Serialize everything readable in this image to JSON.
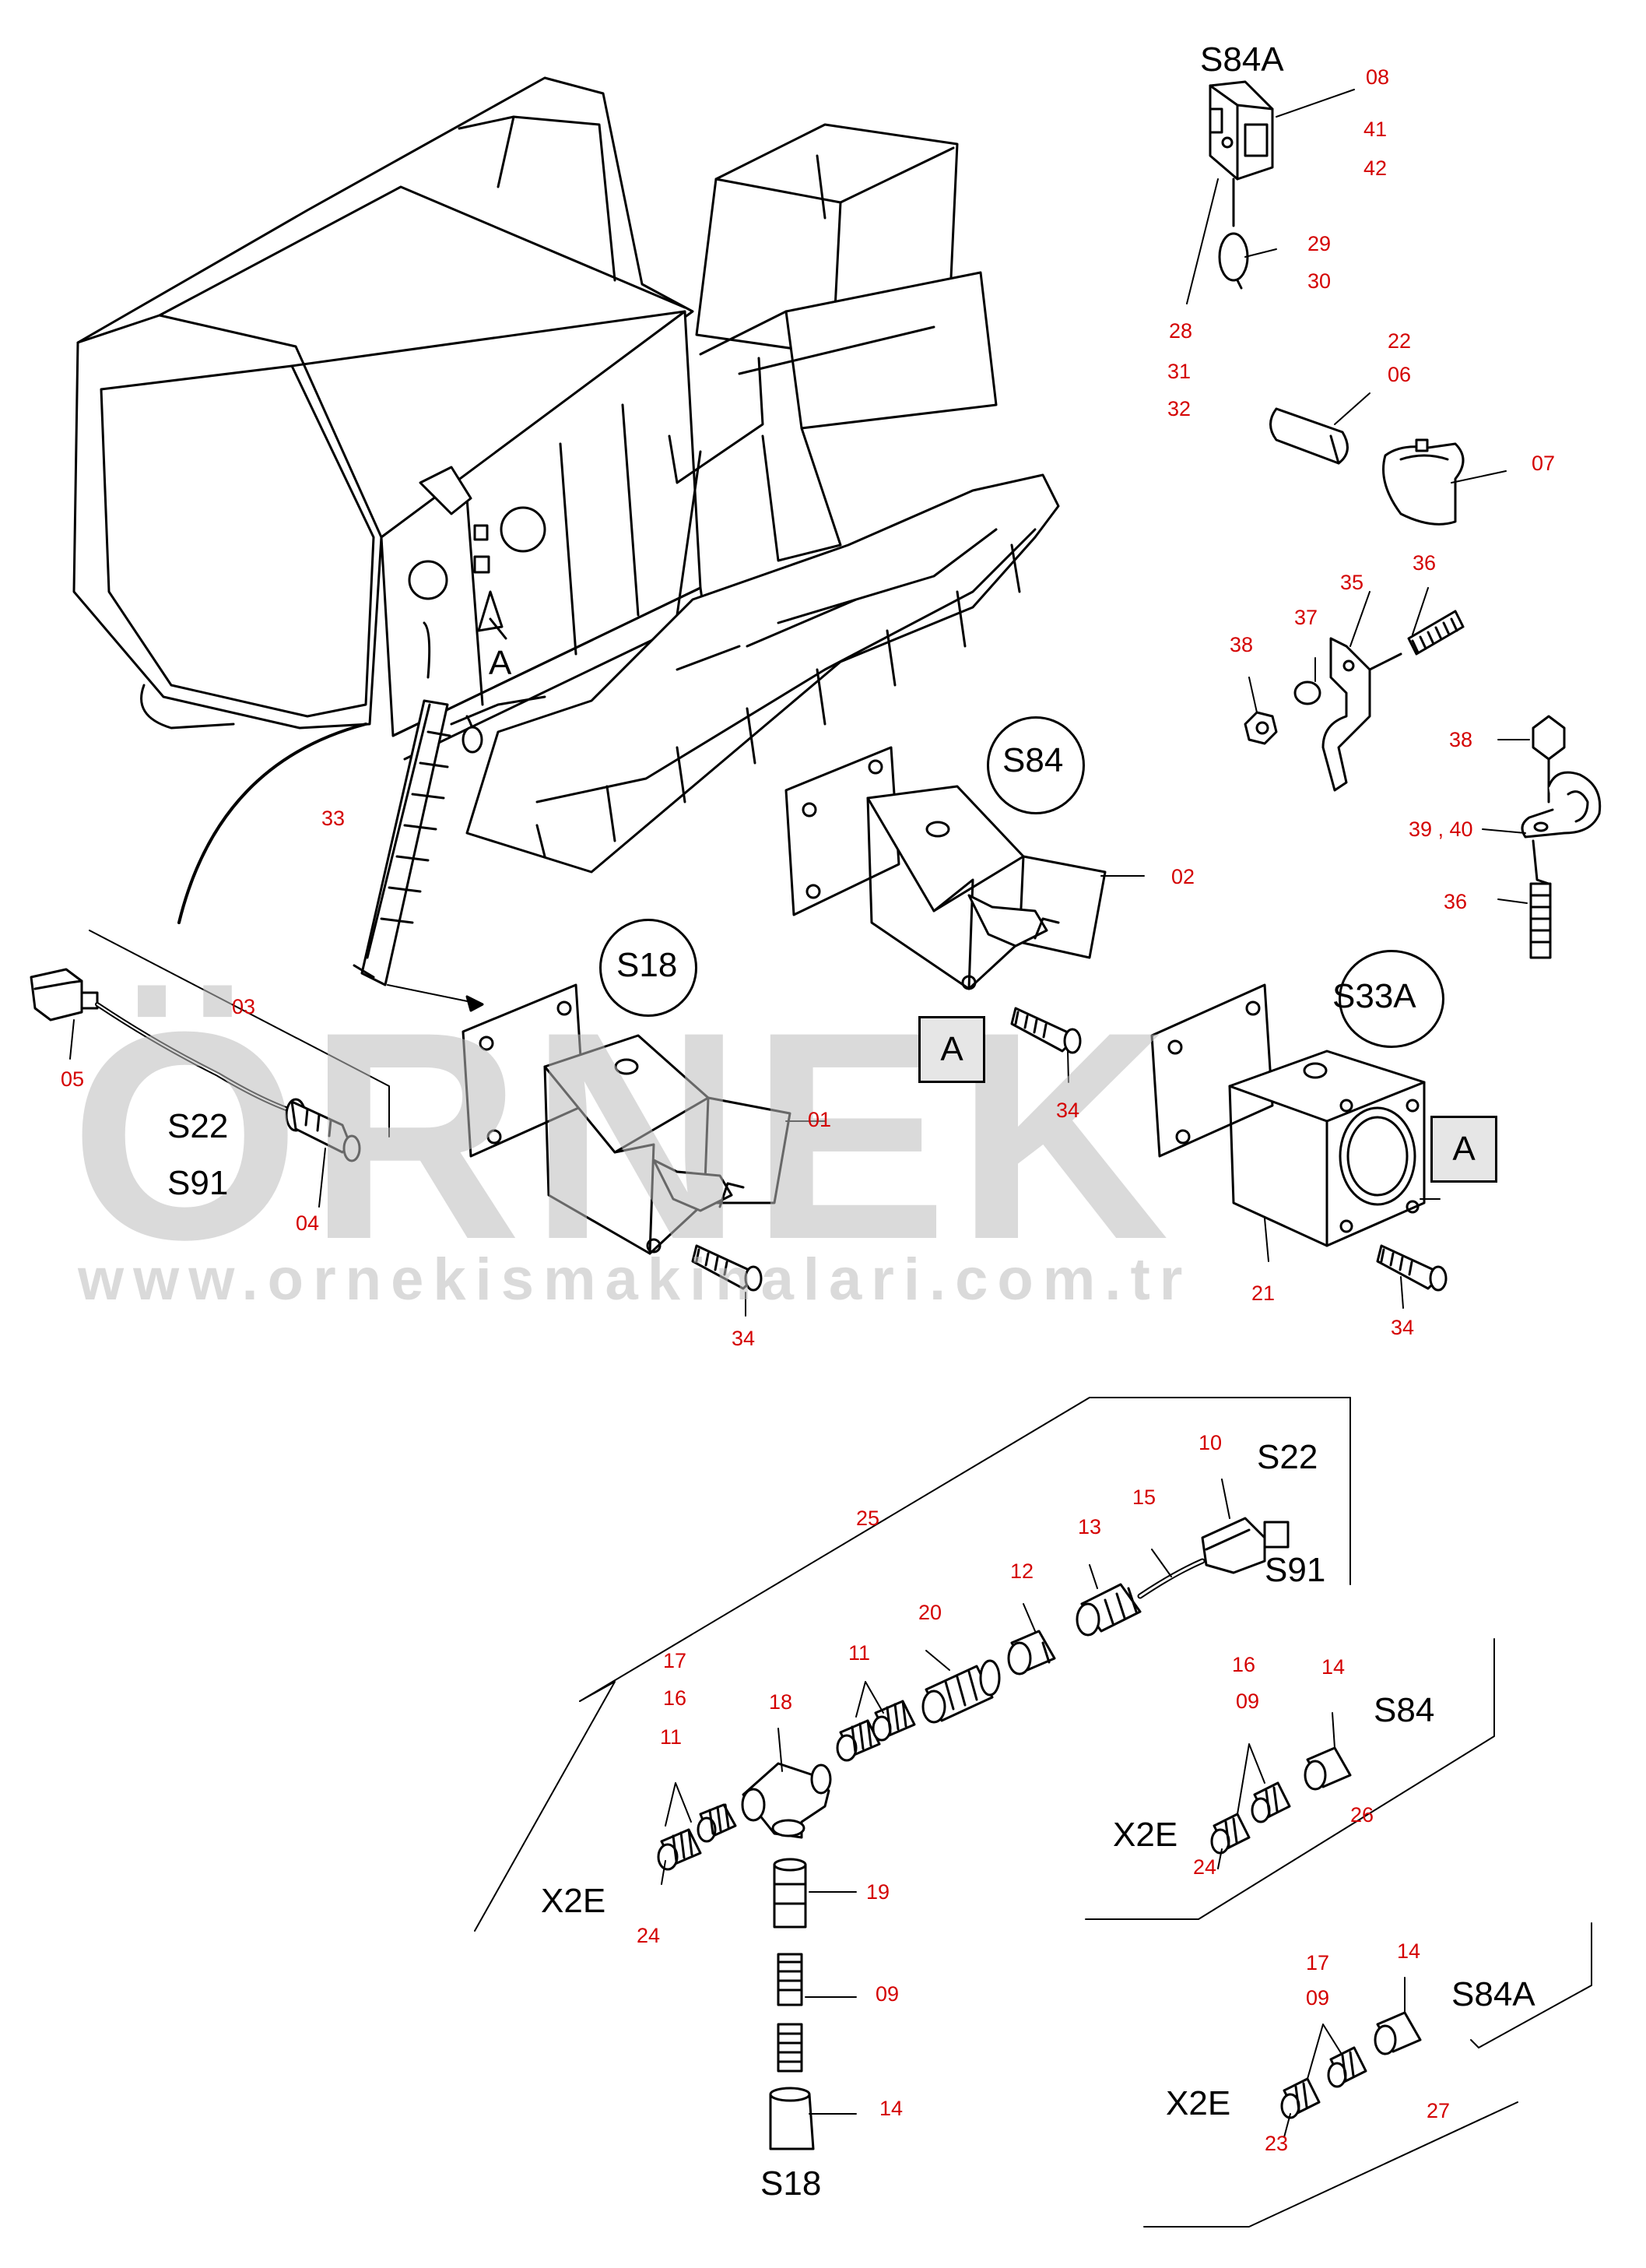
{
  "watermark": {
    "brand": "ÖRNEK",
    "url": "www.ornekismakinalari.com.tr"
  },
  "callouts": {
    "s84a": "S84A",
    "s84": "S84",
    "s18": "S18",
    "s33a": "S33A",
    "a_pointer": "A",
    "a_box1": "A",
    "a_box2": "A",
    "s22_top": "S22",
    "s91_top": "S91",
    "s22_bottom": "S22",
    "s91_bottom": "S91",
    "x2e_main": "X2E",
    "x2e_s84": "X2E",
    "x2e_s84a": "X2E",
    "s84_kit": "S84",
    "s84a_kit": "S84A",
    "s18_kit": "S18"
  },
  "parts": {
    "p08": "08",
    "p41": "41",
    "p42": "42",
    "p29": "29",
    "p30": "30",
    "p28": "28",
    "p31": "31",
    "p32": "32",
    "p22": "22",
    "p06": "06",
    "p07": "07",
    "p36a": "36",
    "p35": "35",
    "p37": "37",
    "p38a": "38",
    "p38b": "38",
    "p39_40": "39 , 40",
    "p36b": "36",
    "p02": "02",
    "p34a": "34",
    "p33": "33",
    "p03": "03",
    "p05": "05",
    "p04": "04",
    "p01": "01",
    "p34b": "34",
    "p21": "21",
    "p34c": "34",
    "p10": "10",
    "p15": "15",
    "p13": "13",
    "p25": "25",
    "p12": "12",
    "p20": "20",
    "p11a": "11",
    "p17a": "17",
    "p16a": "16",
    "p11b": "11",
    "p18": "18",
    "p24a": "24",
    "p19": "19",
    "p09a": "09",
    "p14a": "14",
    "p16b": "16",
    "p14b": "14",
    "p09b": "09",
    "p24b": "24",
    "p26": "26",
    "p17b": "17",
    "p14c": "14",
    "p09c": "09",
    "p23": "23",
    "p27": "27"
  }
}
